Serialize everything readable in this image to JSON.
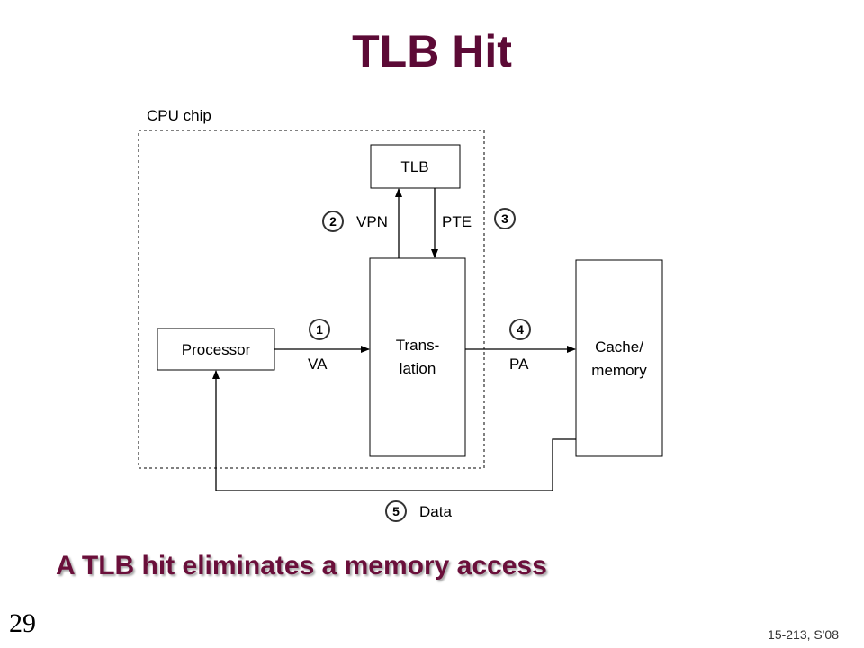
{
  "slide": {
    "title": "TLB Hit",
    "caption": "A TLB hit eliminates a memory access",
    "number": "29",
    "course": "15-213, S'08"
  },
  "diagram": {
    "chip_label": "CPU chip",
    "boxes": {
      "tlb": "TLB",
      "processor": "Processor",
      "translation_line1": "Trans-",
      "translation_line2": "lation",
      "cache_line1": "Cache/",
      "cache_line2": "memory"
    },
    "labels": {
      "va": "VA",
      "vpn": "VPN",
      "pte": "PTE",
      "pa": "PA",
      "data": "Data"
    },
    "steps": {
      "one": "1",
      "two": "2",
      "three": "3",
      "four": "4",
      "five": "5"
    },
    "colors": {
      "title": "#5c0a36",
      "caption": "#6a0f3a",
      "badge": "#333333"
    }
  }
}
